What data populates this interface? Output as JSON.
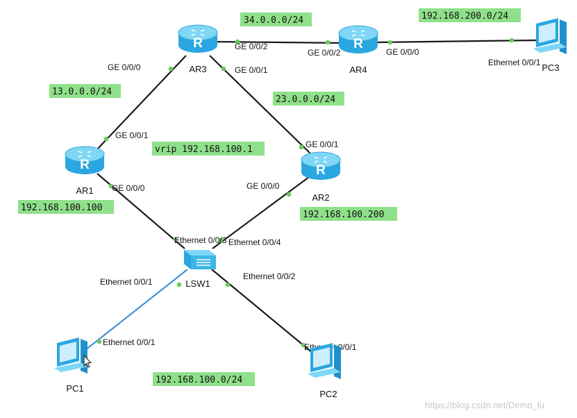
{
  "colors": {
    "link": "#1a1a1a",
    "link_access": "#3f8fd6",
    "port_dot": "#6ccb5f",
    "label_bg": "#8fe08a",
    "router_body": "#2aa7e0",
    "router_top": "#7fd7f5"
  },
  "devices": {
    "ar1": "AR1",
    "ar2": "AR2",
    "ar3": "AR3",
    "ar4": "AR4",
    "lsw1": "LSW1",
    "pc1": "PC1",
    "pc2": "PC2",
    "pc3": "PC3"
  },
  "device_icons": {
    "router": "router-icon",
    "switch": "switch-icon",
    "pc": "pc-icon",
    "cursor": "mouse-cursor-icon"
  },
  "ports": {
    "ar3_ge000": "GE 0/0/0",
    "ar3_ge002": "GE 0/0/2",
    "ar3_ge001": "GE 0/0/1",
    "ar4_ge002": "GE 0/0/2",
    "ar4_ge000": "GE 0/0/0",
    "pc3_eth001": "Ethernet 0/0/1",
    "ar1_ge001": "GE 0/0/1",
    "ar1_ge000": "GE 0/0/0",
    "ar2_ge001": "GE 0/0/1",
    "ar2_ge000": "GE 0/0/0",
    "lsw1_eth003": "Ethernet 0/0/3",
    "lsw1_eth004": "Ethernet 0/0/4",
    "lsw1_eth001": "Ethernet 0/0/1",
    "lsw1_eth002": "Ethernet 0/0/2",
    "pc1_eth001": "Ethernet 0/0/1",
    "pc2_eth001": "Ethernet 0/0/1"
  },
  "networks": {
    "net_34": "34.0.0.0/24",
    "net_200": "192.168.200.0/24",
    "net_13": "13.0.0.0/24",
    "net_23": "23.0.0.0/24",
    "vrip": "vrip 192.168.100.1",
    "ip_ar1": "192.168.100.100",
    "ip_ar2": "192.168.100.200",
    "net_100": "192.168.100.0/24"
  },
  "watermark": "https://blog.csdn.net/Demo_lu"
}
